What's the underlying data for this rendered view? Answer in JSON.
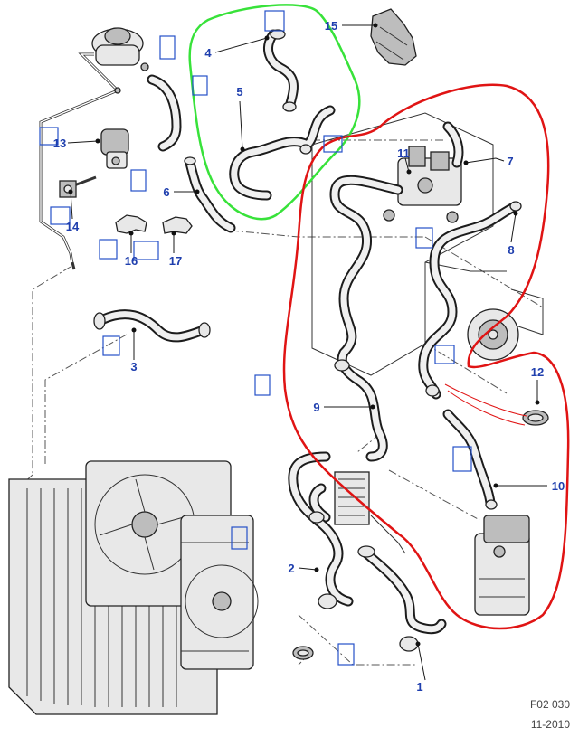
{
  "colors": {
    "callout_text": "#1f3fae",
    "marker_box": "#2450c8",
    "highlight_green": "#38e23a",
    "highlight_red": "#e01414",
    "line_art": "#1c1c1c"
  },
  "callouts": [
    {
      "id": "c1",
      "label": "1"
    },
    {
      "id": "c2",
      "label": "2"
    },
    {
      "id": "c3",
      "label": "3"
    },
    {
      "id": "c4",
      "label": "4"
    },
    {
      "id": "c5",
      "label": "5"
    },
    {
      "id": "c6",
      "label": "6"
    },
    {
      "id": "c7",
      "label": "7"
    },
    {
      "id": "c8",
      "label": "8"
    },
    {
      "id": "c9",
      "label": "9"
    },
    {
      "id": "c10",
      "label": "10"
    },
    {
      "id": "c11",
      "label": "11"
    },
    {
      "id": "c12",
      "label": "12"
    },
    {
      "id": "c13",
      "label": "13"
    },
    {
      "id": "c14",
      "label": "14"
    },
    {
      "id": "c15",
      "label": "15"
    },
    {
      "id": "c16",
      "label": "16"
    },
    {
      "id": "c17",
      "label": "17"
    }
  ],
  "footer": {
    "figure_code": "F02 030",
    "date": "11-2010"
  }
}
